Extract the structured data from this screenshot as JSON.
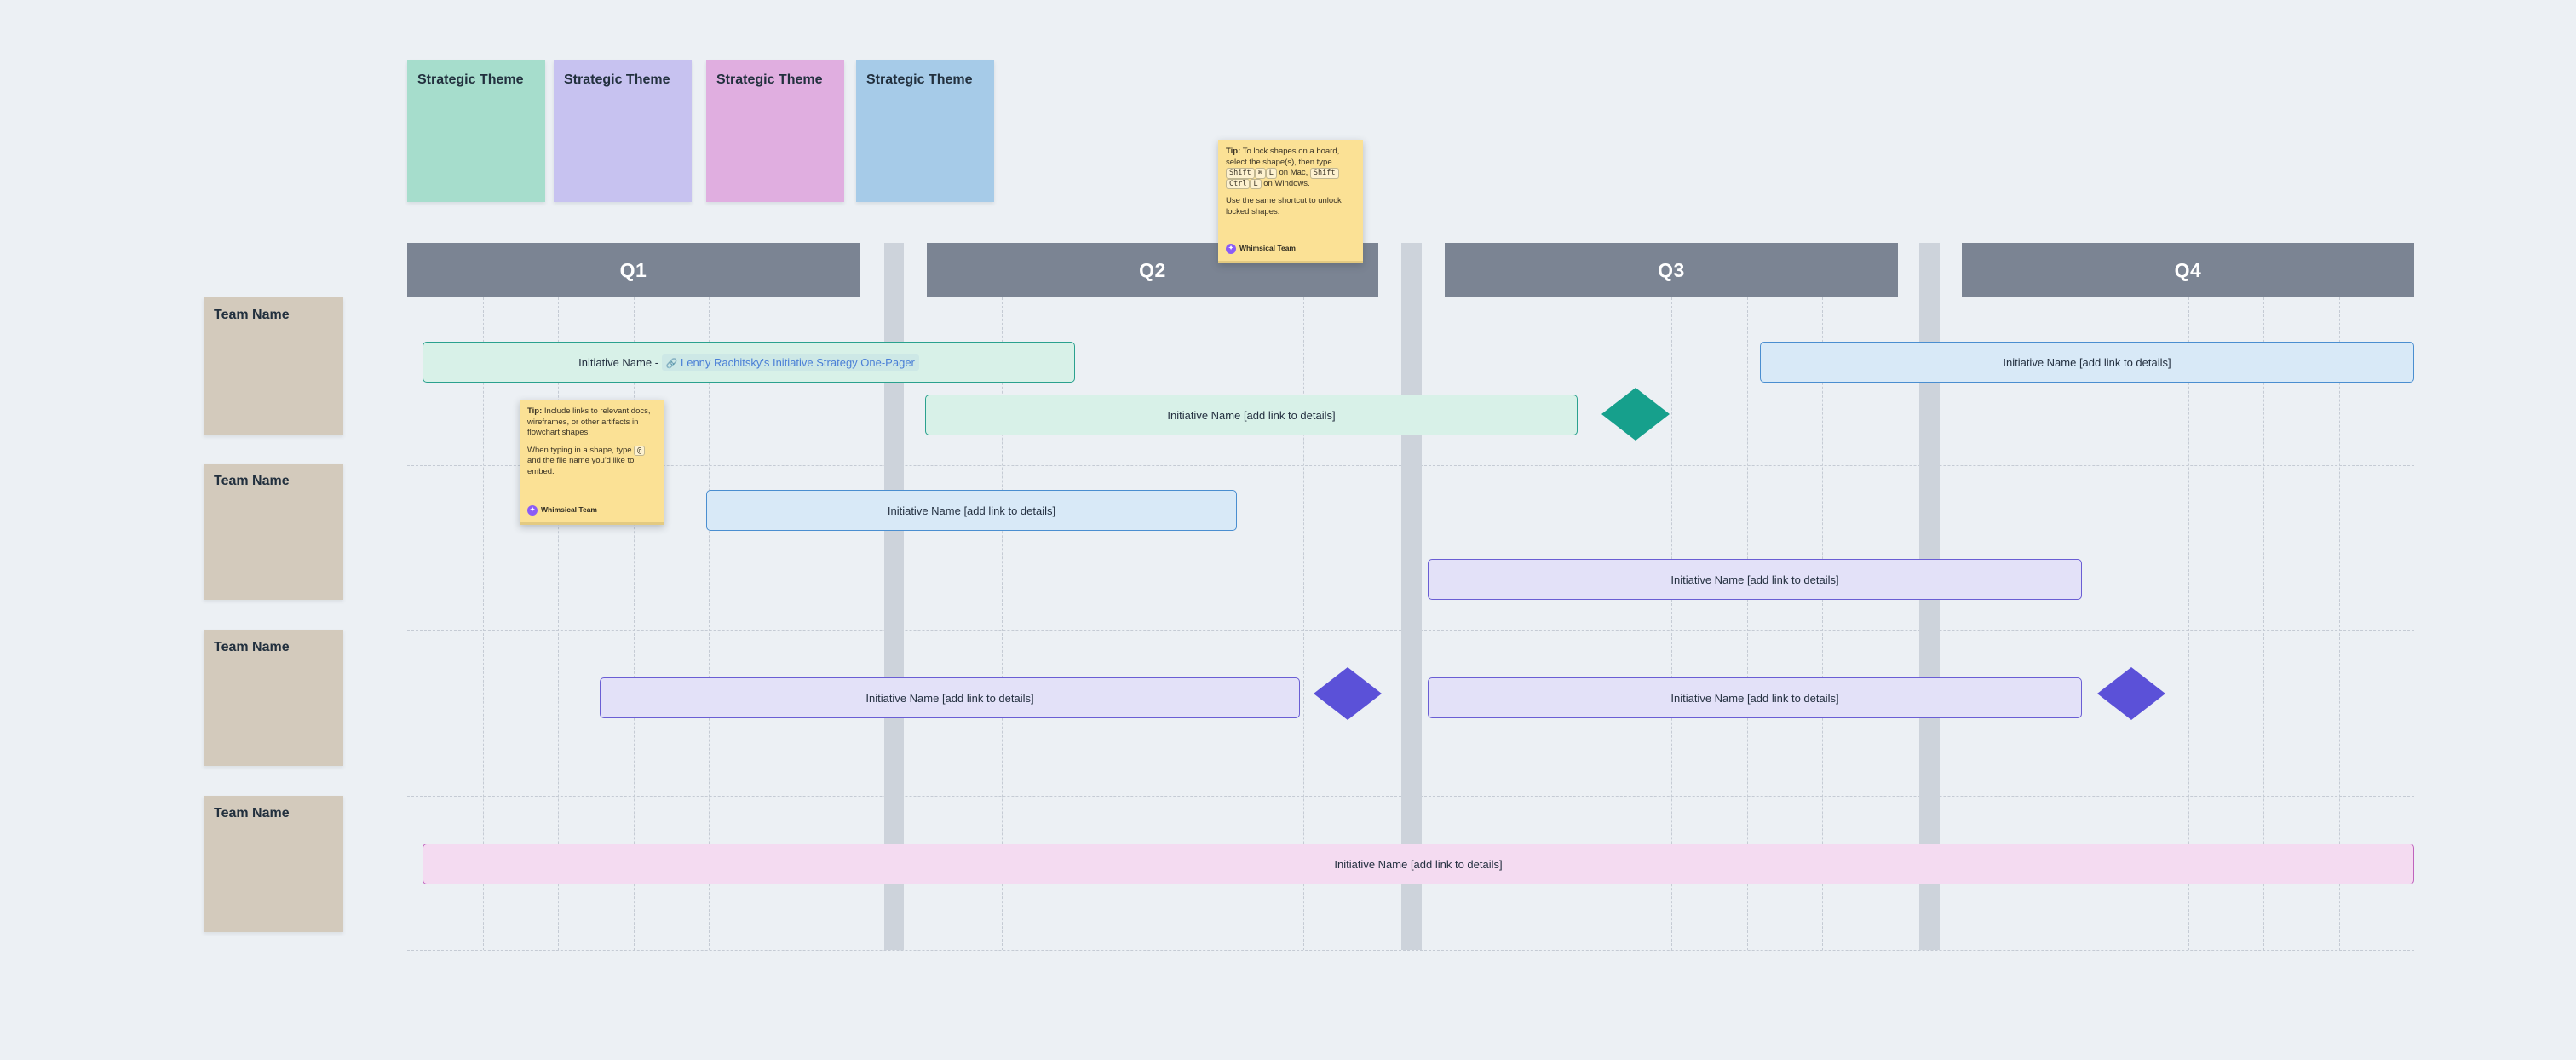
{
  "board": {
    "background": "#ecf0f4"
  },
  "strategic_themes": [
    {
      "label": "Strategic Theme",
      "color": "#a6ddcc"
    },
    {
      "label": "Strategic Theme",
      "color": "#c7c2f0"
    },
    {
      "label": "Strategic Theme",
      "color": "#e0aee0"
    },
    {
      "label": "Strategic Theme",
      "color": "#a6cbe8"
    }
  ],
  "quarters": [
    {
      "label": "Q1"
    },
    {
      "label": "Q2"
    },
    {
      "label": "Q3"
    },
    {
      "label": "Q4"
    }
  ],
  "teams": [
    {
      "label": "Team Name"
    },
    {
      "label": "Team Name"
    },
    {
      "label": "Team Name"
    },
    {
      "label": "Team Name"
    }
  ],
  "initiatives": [
    {
      "prefix": "Initiative Name - ",
      "link_icon": "🔗",
      "link_text": "Lenny Rachitsky's Initiative Strategy One-Pager",
      "scheme": "teal"
    },
    {
      "label": "Initiative Name [add link to details]",
      "scheme": "teal"
    },
    {
      "label": "Initiative Name [add link to details]",
      "scheme": "blue"
    },
    {
      "label": "Initiative Name [add link to details]",
      "scheme": "blue"
    },
    {
      "label": "Initiative Name [add link to details]",
      "scheme": "purple"
    },
    {
      "label": "Initiative Name [add link to details]",
      "scheme": "purple"
    },
    {
      "label": "Initiative Name [add link to details]",
      "scheme": "purple"
    },
    {
      "label": "Initiative Name [add link to details]",
      "scheme": "pink"
    }
  ],
  "milestones": [
    {
      "shape": "diamond",
      "color": "#16a08c"
    },
    {
      "shape": "diamond",
      "color": "#5b51d8"
    },
    {
      "shape": "diamond",
      "color": "#5b51d8"
    }
  ],
  "stickies": [
    {
      "tip_label": "Tip:",
      "line1_pre": "To lock shapes on a board, select the shape(s), then type",
      "keys_mac": [
        "Shift",
        "⌘",
        "L"
      ],
      "mac_sep": "on Mac,",
      "keys_win": [
        "Shift",
        "Ctrl",
        "L"
      ],
      "win_end": "on Windows.",
      "line2": "Use the same shortcut to unlock locked shapes.",
      "author": "Whimsical Team",
      "avatar_glyph": "✦"
    },
    {
      "tip_label": "Tip:",
      "line1": "Include links to relevant docs, wireframes, or other artifacts in flowchart shapes.",
      "line2_pre": "When typing in a shape, type",
      "key": "@",
      "line2_post": "and the file name you'd like to embed.",
      "author": "Whimsical Team",
      "avatar_glyph": "✦"
    }
  ],
  "colors": {
    "quarter_header": "#7b8493",
    "team_card": "#d3cabc",
    "lane_divider": "#cdd3db",
    "grid_dash": "#c5cbd4",
    "teal_fill": "#d8f1e8",
    "teal_border": "#2aa18e",
    "blue_fill": "#d8e9f7",
    "blue_border": "#4a8ed0",
    "purple_fill": "#e3e1f8",
    "purple_border": "#6a5ed4",
    "pink_fill": "#f4dbf1",
    "pink_border": "#bf63bd",
    "link": "#4a7fd6",
    "sticky": "#fbe195",
    "avatar": "#8b5cf6"
  }
}
